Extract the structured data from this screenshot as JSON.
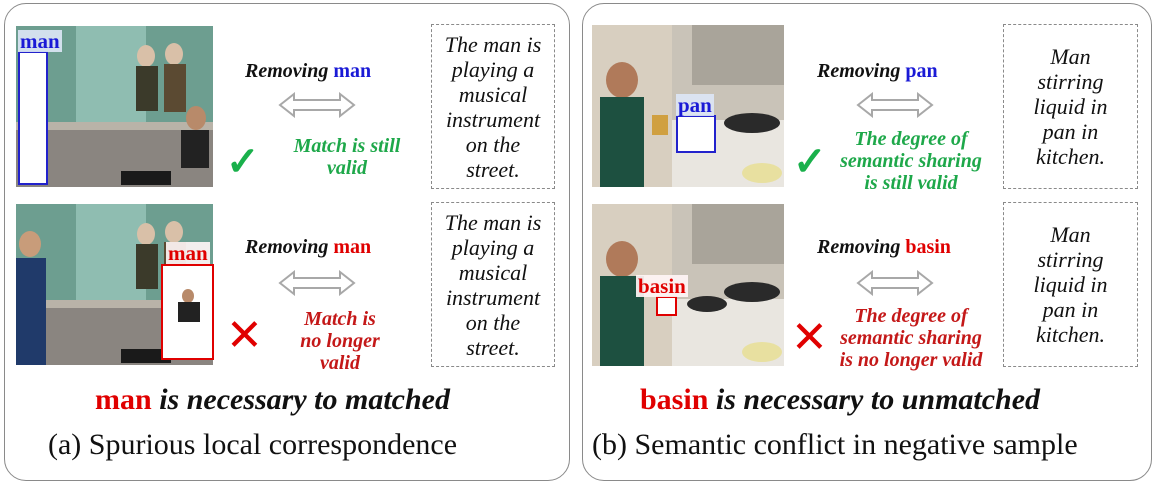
{
  "panel_a": {
    "top_row": {
      "tag": "man",
      "removing_prefix": "Removing",
      "removing_object": "man",
      "verdict": "Match is still\nvalid",
      "mark": "✓",
      "caption": "The man is\nplaying a\nmusical\ninstrument\non the\nstreet."
    },
    "bottom_row": {
      "tag": "man",
      "removing_prefix": "Removing",
      "removing_object": "man",
      "verdict": "Match is\nno longer\nvalid",
      "mark": "✕",
      "caption": "The man is\nplaying a\nmusical\ninstrument\non the\nstreet."
    },
    "conclusion_keyword": "man",
    "conclusion_rest": "is necessary to matched",
    "subcaption": "(a) Spurious local correspondence"
  },
  "panel_b": {
    "top_row": {
      "tag": "pan",
      "removing_prefix": "Removing",
      "removing_object": "pan",
      "verdict": "The degree of\nsemantic sharing\nis still valid",
      "mark": "✓",
      "caption": "Man\nstirring\nliquid in\npan in\nkitchen."
    },
    "bottom_row": {
      "tag": "basin",
      "removing_prefix": "Removing",
      "removing_object": "basin",
      "verdict": "The degree of\nsemantic sharing\nis no longer valid",
      "mark": "✕",
      "caption": "Man\nstirring\nliquid in\npan in\nkitchen."
    },
    "conclusion_keyword": "basin",
    "conclusion_rest": "is necessary to unmatched",
    "subcaption": "(b) Semantic conflict in negative sample"
  },
  "colors": {
    "blue_keyword": "#1a1ad6",
    "red_keyword": "#e00000",
    "valid_green": "#1ea84a",
    "invalid_red": "#c41818",
    "panel_border": "#8a8a8a"
  }
}
